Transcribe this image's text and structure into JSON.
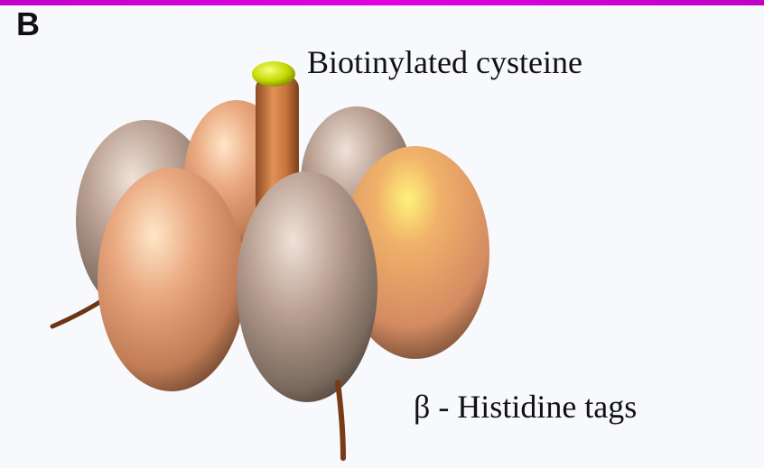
{
  "panel": {
    "letter": "B"
  },
  "labels": {
    "top": "Biotinylated cysteine",
    "bottom": "β - Histidine tags"
  },
  "colors": {
    "frame_accent": "#d400d8",
    "subunit_copper": "#e2a07a",
    "subunit_taupe": "#b9a092",
    "stalk": "#c8743e",
    "biotin_cap": "#c6d800",
    "histidine_tag": "#7a3a18",
    "background": "#f7f9fc"
  },
  "components": [
    {
      "name": "biotinylated-cysteine",
      "shape": "green-cap"
    },
    {
      "name": "central-stalk",
      "shape": "rod"
    },
    {
      "name": "alpha-beta-subunits",
      "count": 6,
      "shape": "ellipsoid"
    },
    {
      "name": "histidine-tags",
      "count": 2,
      "shape": "filament"
    }
  ]
}
